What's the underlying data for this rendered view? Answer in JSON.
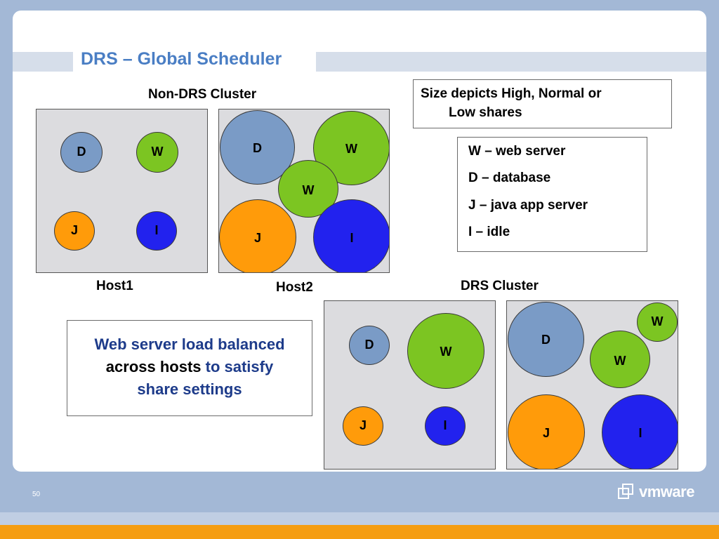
{
  "title": "DRS – Global Scheduler",
  "non_drs": {
    "heading": "Non-DRS Cluster",
    "host1_label": "Host1",
    "host2_label": "Host2"
  },
  "drs": {
    "heading": "DRS Cluster"
  },
  "note": {
    "line1": "Size depicts High, Normal or",
    "line2": "Low shares"
  },
  "legend": [
    "W – web server",
    "D – database",
    "J – java app server",
    "I – idle"
  ],
  "callout": {
    "part1": "Web server load balanced",
    "part2": "across hosts",
    "part3": " to satisfy",
    "part4": "share settings"
  },
  "vm_letters": {
    "D": "D",
    "W": "W",
    "J": "J",
    "I": "I"
  },
  "vm_colors": {
    "D": "#7a9bc6",
    "W": "#7cc522",
    "J": "#ff9b0a",
    "I": "#2222ee"
  },
  "footer": {
    "page_number": "50",
    "logo_text": "vmware"
  }
}
